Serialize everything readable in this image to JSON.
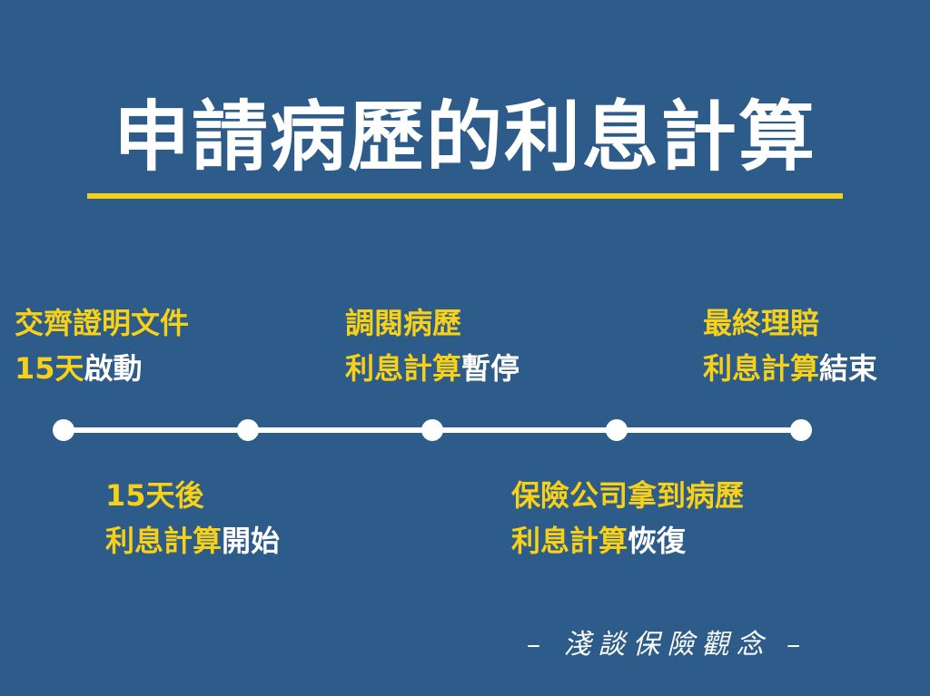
{
  "title": "申請病歷的利息計算",
  "colors": {
    "background": "#2d5b8a",
    "accent": "#f7d117",
    "text": "#ffffff",
    "line": "#ffffff"
  },
  "top_labels": [
    {
      "line1": "交齊證明文件",
      "line2_highlight": "15天",
      "line2_rest": "啟動"
    },
    {
      "line1": "調閱病歷",
      "line2_highlight": "利息計算",
      "line2_rest": "暫停"
    },
    {
      "line1": "最終理賠",
      "line2_highlight": "利息計算",
      "line2_rest": "結束"
    }
  ],
  "bottom_labels": [
    {
      "line1": "15天後",
      "line2_highlight": "利息計算",
      "line2_rest": "開始"
    },
    {
      "line1": "保險公司拿到病歷",
      "line2_highlight": "利息計算",
      "line2_rest": "恢復"
    }
  ],
  "footer": "– 淺談保險觀念 –"
}
